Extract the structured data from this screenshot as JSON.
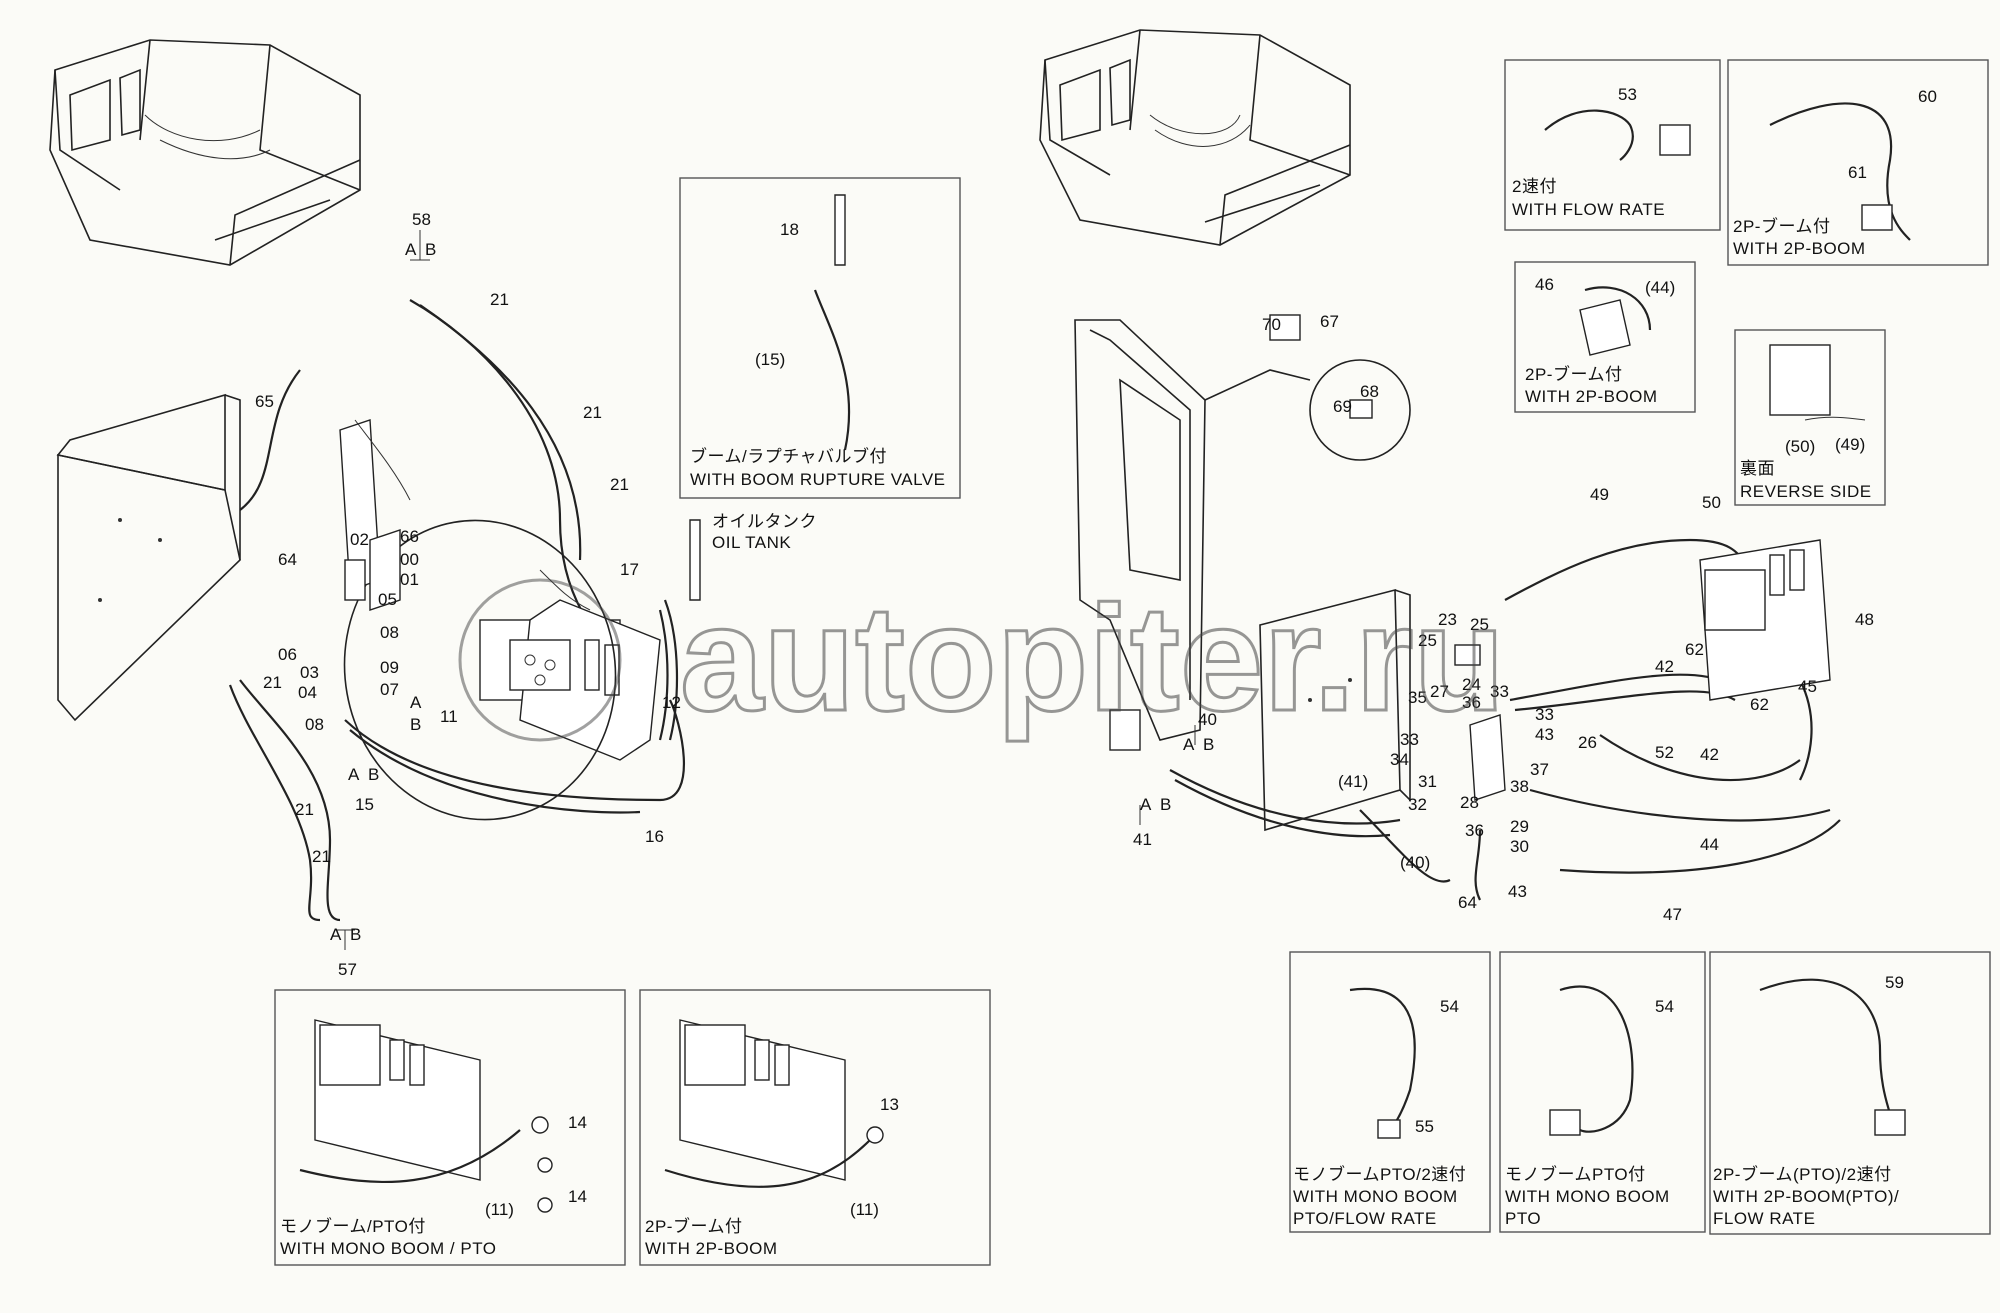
{
  "watermark": "autopiter.ru",
  "labels": {
    "l58": "58",
    "l21a": "21",
    "l21b": "21",
    "l21c": "21",
    "l21d": "21",
    "l21e": "21",
    "l21f": "21",
    "l65": "65",
    "l66": "66",
    "l64": "64",
    "l02": "02",
    "l00": "00",
    "l01": "01",
    "l05": "05",
    "l08a": "08",
    "l08b": "08",
    "l06": "06",
    "l03": "03",
    "l04": "04",
    "l09": "09",
    "l07": "07",
    "l11": "11",
    "l15": "15",
    "l16": "16",
    "l17": "17",
    "l12": "12",
    "l57": "57",
    "l18": "18",
    "l15p": "(15)",
    "l14a": "14",
    "l14b": "14",
    "l11p1": "(11)",
    "l13": "13",
    "l11p2": "(11)",
    "l53": "53",
    "l60": "60",
    "l61": "61",
    "l46": "46",
    "l44p": "(44)",
    "l70": "70",
    "l67": "67",
    "l68": "68",
    "l69": "69",
    "l50p": "(50)",
    "l49p": "(49)",
    "l49": "49",
    "l50": "50",
    "l48": "48",
    "l23": "23",
    "l25a": "25",
    "l25b": "25",
    "l24": "24",
    "l36a": "36",
    "l27": "27",
    "l33a": "33",
    "l33b": "33",
    "l33c": "33",
    "l35": "35",
    "l43a": "43",
    "l26": "26",
    "l42a": "42",
    "l42b": "42",
    "l62a": "62",
    "l62b": "62",
    "l45": "45",
    "l40": "40",
    "l34": "34",
    "l31": "31",
    "l37": "37",
    "l38": "38",
    "l52": "52",
    "l41p": "(41)",
    "l32": "32",
    "l28": "28",
    "l29": "29",
    "l36b": "36",
    "l30": "30",
    "l44": "44",
    "l41": "41",
    "l40p": "(40)",
    "l64b": "64",
    "l43b": "43",
    "l47": "47",
    "l54a": "54",
    "l55": "55",
    "l54b": "54",
    "l59": "59",
    "A": "A",
    "B": "B"
  },
  "captions": {
    "boom_rupture_jp": "ブーム/ラプチャバルブ付",
    "boom_rupture_en": "WITH BOOM RUPTURE VALVE",
    "oil_tank_jp": "オイルタンク",
    "oil_tank_en": "OIL TANK",
    "flow_rate_jp": "2速付",
    "flow_rate_en": "WITH FLOW RATE",
    "twop_boom_jp_1": "2P-ブーム付",
    "twop_boom_en_1": "WITH 2P-BOOM",
    "twop_boom_jp_2": "2P-ブーム付",
    "twop_boom_en_2": "WITH 2P-BOOM",
    "reverse_jp": "裏面",
    "reverse_en": "REVERSE SIDE",
    "mono_pto_jp": "モノブーム/PTO付",
    "mono_pto_en": "WITH MONO BOOM / PTO",
    "twop_boom_jp_3": "2P-ブーム付",
    "twop_boom_en_3": "WITH 2P-BOOM",
    "mono_pto_flow_jp": "モノブームPTO/2速付",
    "mono_pto_flow_en1": "WITH MONO BOOM",
    "mono_pto_flow_en2": "PTO/FLOW RATE",
    "mono_pto2_jp": "モノブームPTO付",
    "mono_pto2_en1": "WITH MONO BOOM",
    "mono_pto2_en2": "PTO",
    "twop_pto_flow_jp": "2P-ブーム(PTO)/2速付",
    "twop_pto_flow_en1": "WITH 2P-BOOM(PTO)/",
    "twop_pto_flow_en2": "FLOW RATE"
  }
}
